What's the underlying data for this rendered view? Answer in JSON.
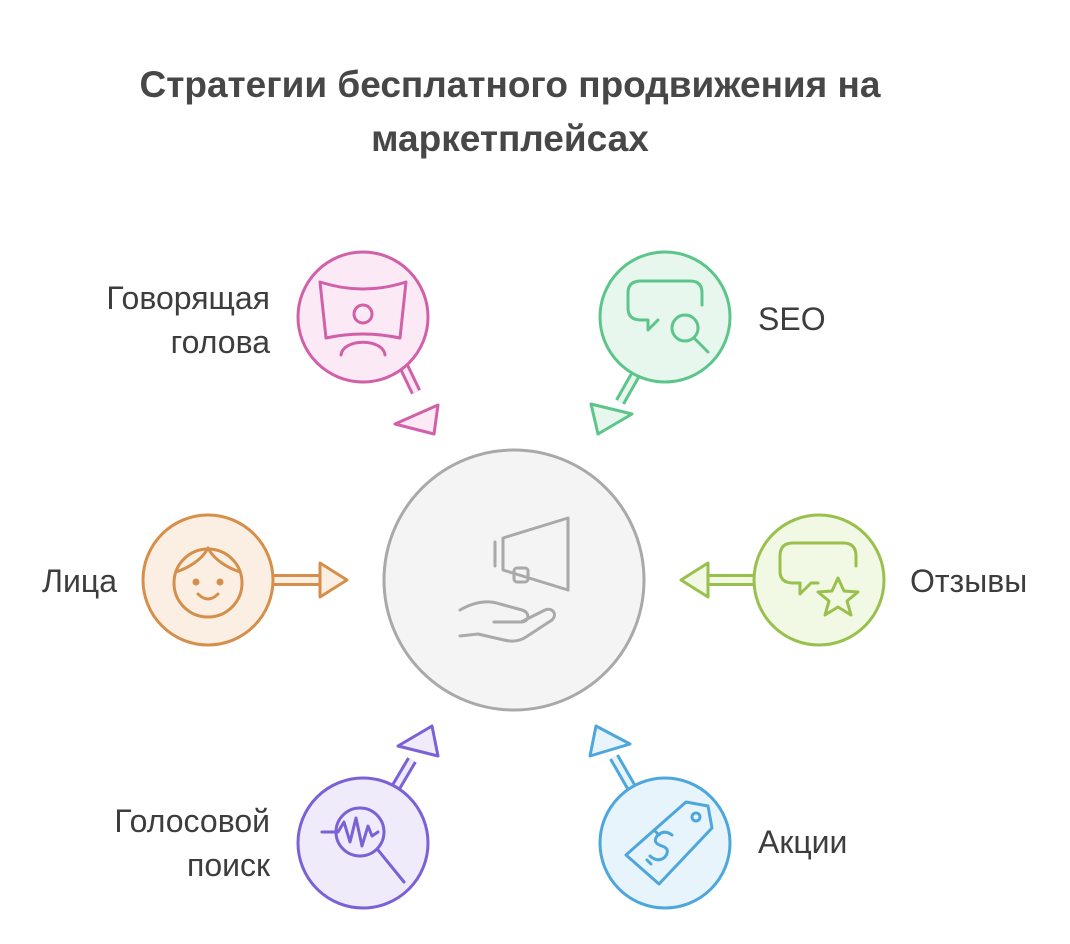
{
  "title_lines": [
    "Стратегии бесплатного продвижения на",
    "маркетплейсах"
  ],
  "center": {
    "icon": "megaphone-hand-icon",
    "fill": "#f4f4f4",
    "stroke": "#a9a9a9"
  },
  "strategies": [
    {
      "id": "talking-head",
      "label_lines": [
        "Говорящая",
        "голова"
      ],
      "icon": "presenter-screen-icon",
      "stroke": "#d160a8",
      "fill": "#fbeaf5"
    },
    {
      "id": "seo",
      "label_lines": [
        "SEO"
      ],
      "icon": "chat-search-icon",
      "stroke": "#5cc58a",
      "fill": "#e8f7ee"
    },
    {
      "id": "faces",
      "label_lines": [
        "Лица"
      ],
      "icon": "smiling-face-icon",
      "stroke": "#d68f4a",
      "fill": "#fbefe3"
    },
    {
      "id": "reviews",
      "label_lines": [
        "Отзывы"
      ],
      "icon": "chat-star-icon",
      "stroke": "#99c04c",
      "fill": "#f1f8e4"
    },
    {
      "id": "voice-search",
      "label_lines": [
        "Голосовой",
        "поиск"
      ],
      "icon": "voice-search-icon",
      "stroke": "#7a61d6",
      "fill": "#efebfb"
    },
    {
      "id": "promotions",
      "label_lines": [
        "Акции"
      ],
      "icon": "price-tag-icon",
      "stroke": "#4da6dc",
      "fill": "#e7f4fc"
    }
  ]
}
